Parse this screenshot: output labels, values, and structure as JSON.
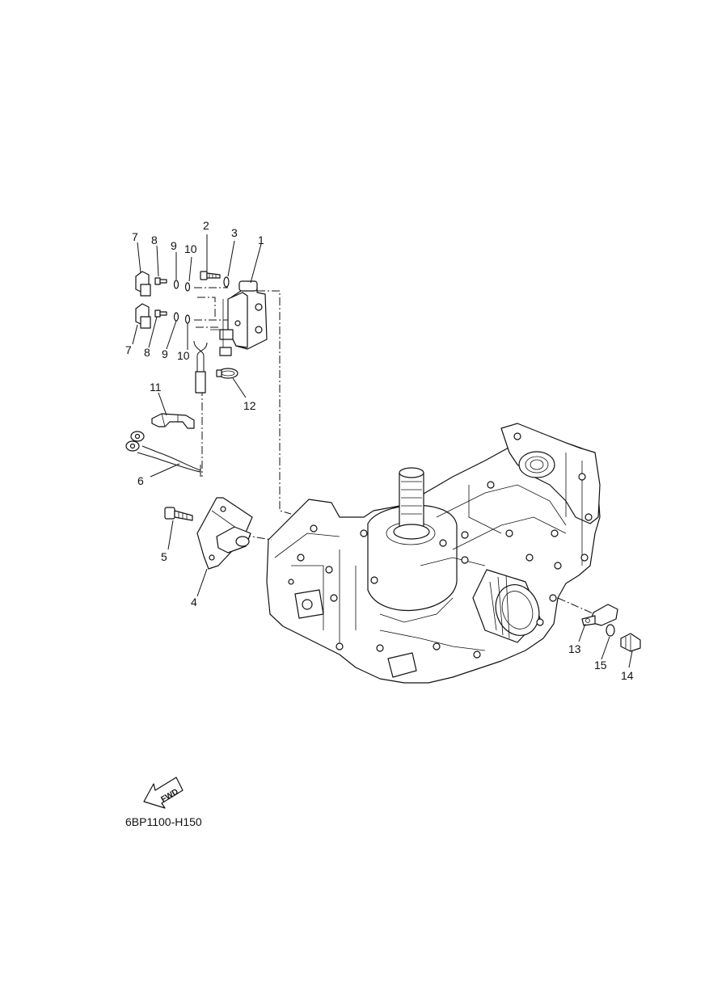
{
  "diagram": {
    "callouts": [
      "1",
      "2",
      "3",
      "4",
      "5",
      "6",
      "7",
      "8",
      "9",
      "10",
      "11",
      "12",
      "13",
      "14",
      "15",
      "7",
      "8",
      "9",
      "10"
    ],
    "fwd_arrow_text": "FWD",
    "part_code": "6BP1100-H150"
  }
}
